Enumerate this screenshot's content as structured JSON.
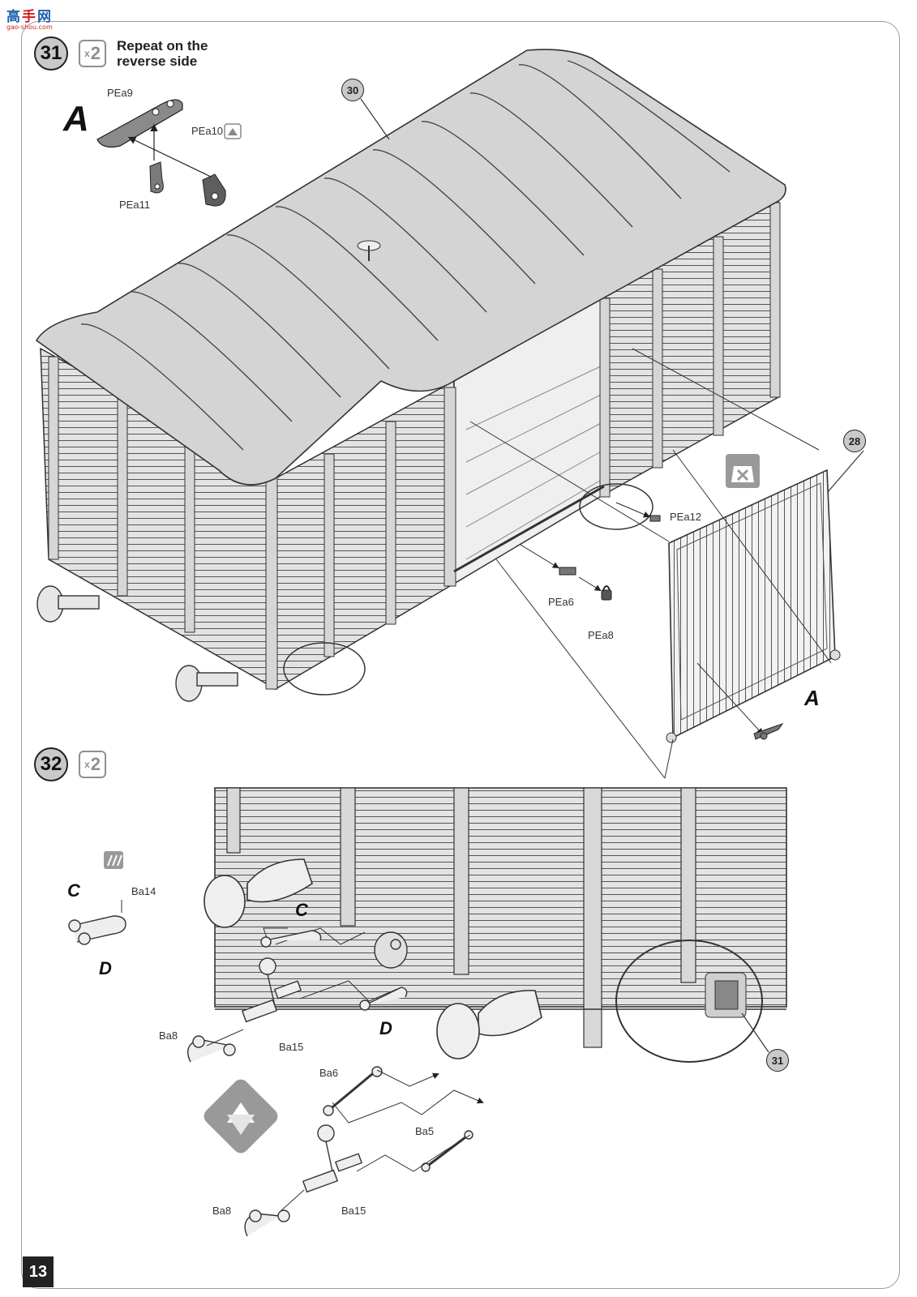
{
  "watermark": {
    "title_a": "高",
    "title_b": "手",
    "title_c": "网",
    "url": "gao-shou.com"
  },
  "step31": {
    "number": "31",
    "multiplier": "2",
    "note": [
      "Repeat on the",
      "reverse side"
    ]
  },
  "step32": {
    "number": "32",
    "multiplier": "2"
  },
  "callouts": {
    "c30": "30",
    "c28": "28",
    "c31": "31"
  },
  "parts": {
    "pea9": "PEa9",
    "pea10": "PEa10",
    "pea11": "PEa11",
    "pea12": "PEa12",
    "pea6": "PEa6",
    "pea8": "PEa8",
    "ba14": "Ba14",
    "ba8_top": "Ba8",
    "ba15_top": "Ba15",
    "ba6": "Ba6",
    "ba5": "Ba5",
    "ba8_bottom": "Ba8",
    "ba15_bottom": "Ba15"
  },
  "markers": {
    "a_top": "A",
    "a_door": "A",
    "c_left": "C",
    "d_left": "D",
    "c_mid": "C",
    "d_mid": "D"
  },
  "icons": {
    "remove": "remove-part-icon",
    "paint": "painted-part-icon",
    "assembly": "alternative-assembly-icon",
    "bend": "bend-part-icon"
  },
  "page_number": "13"
}
